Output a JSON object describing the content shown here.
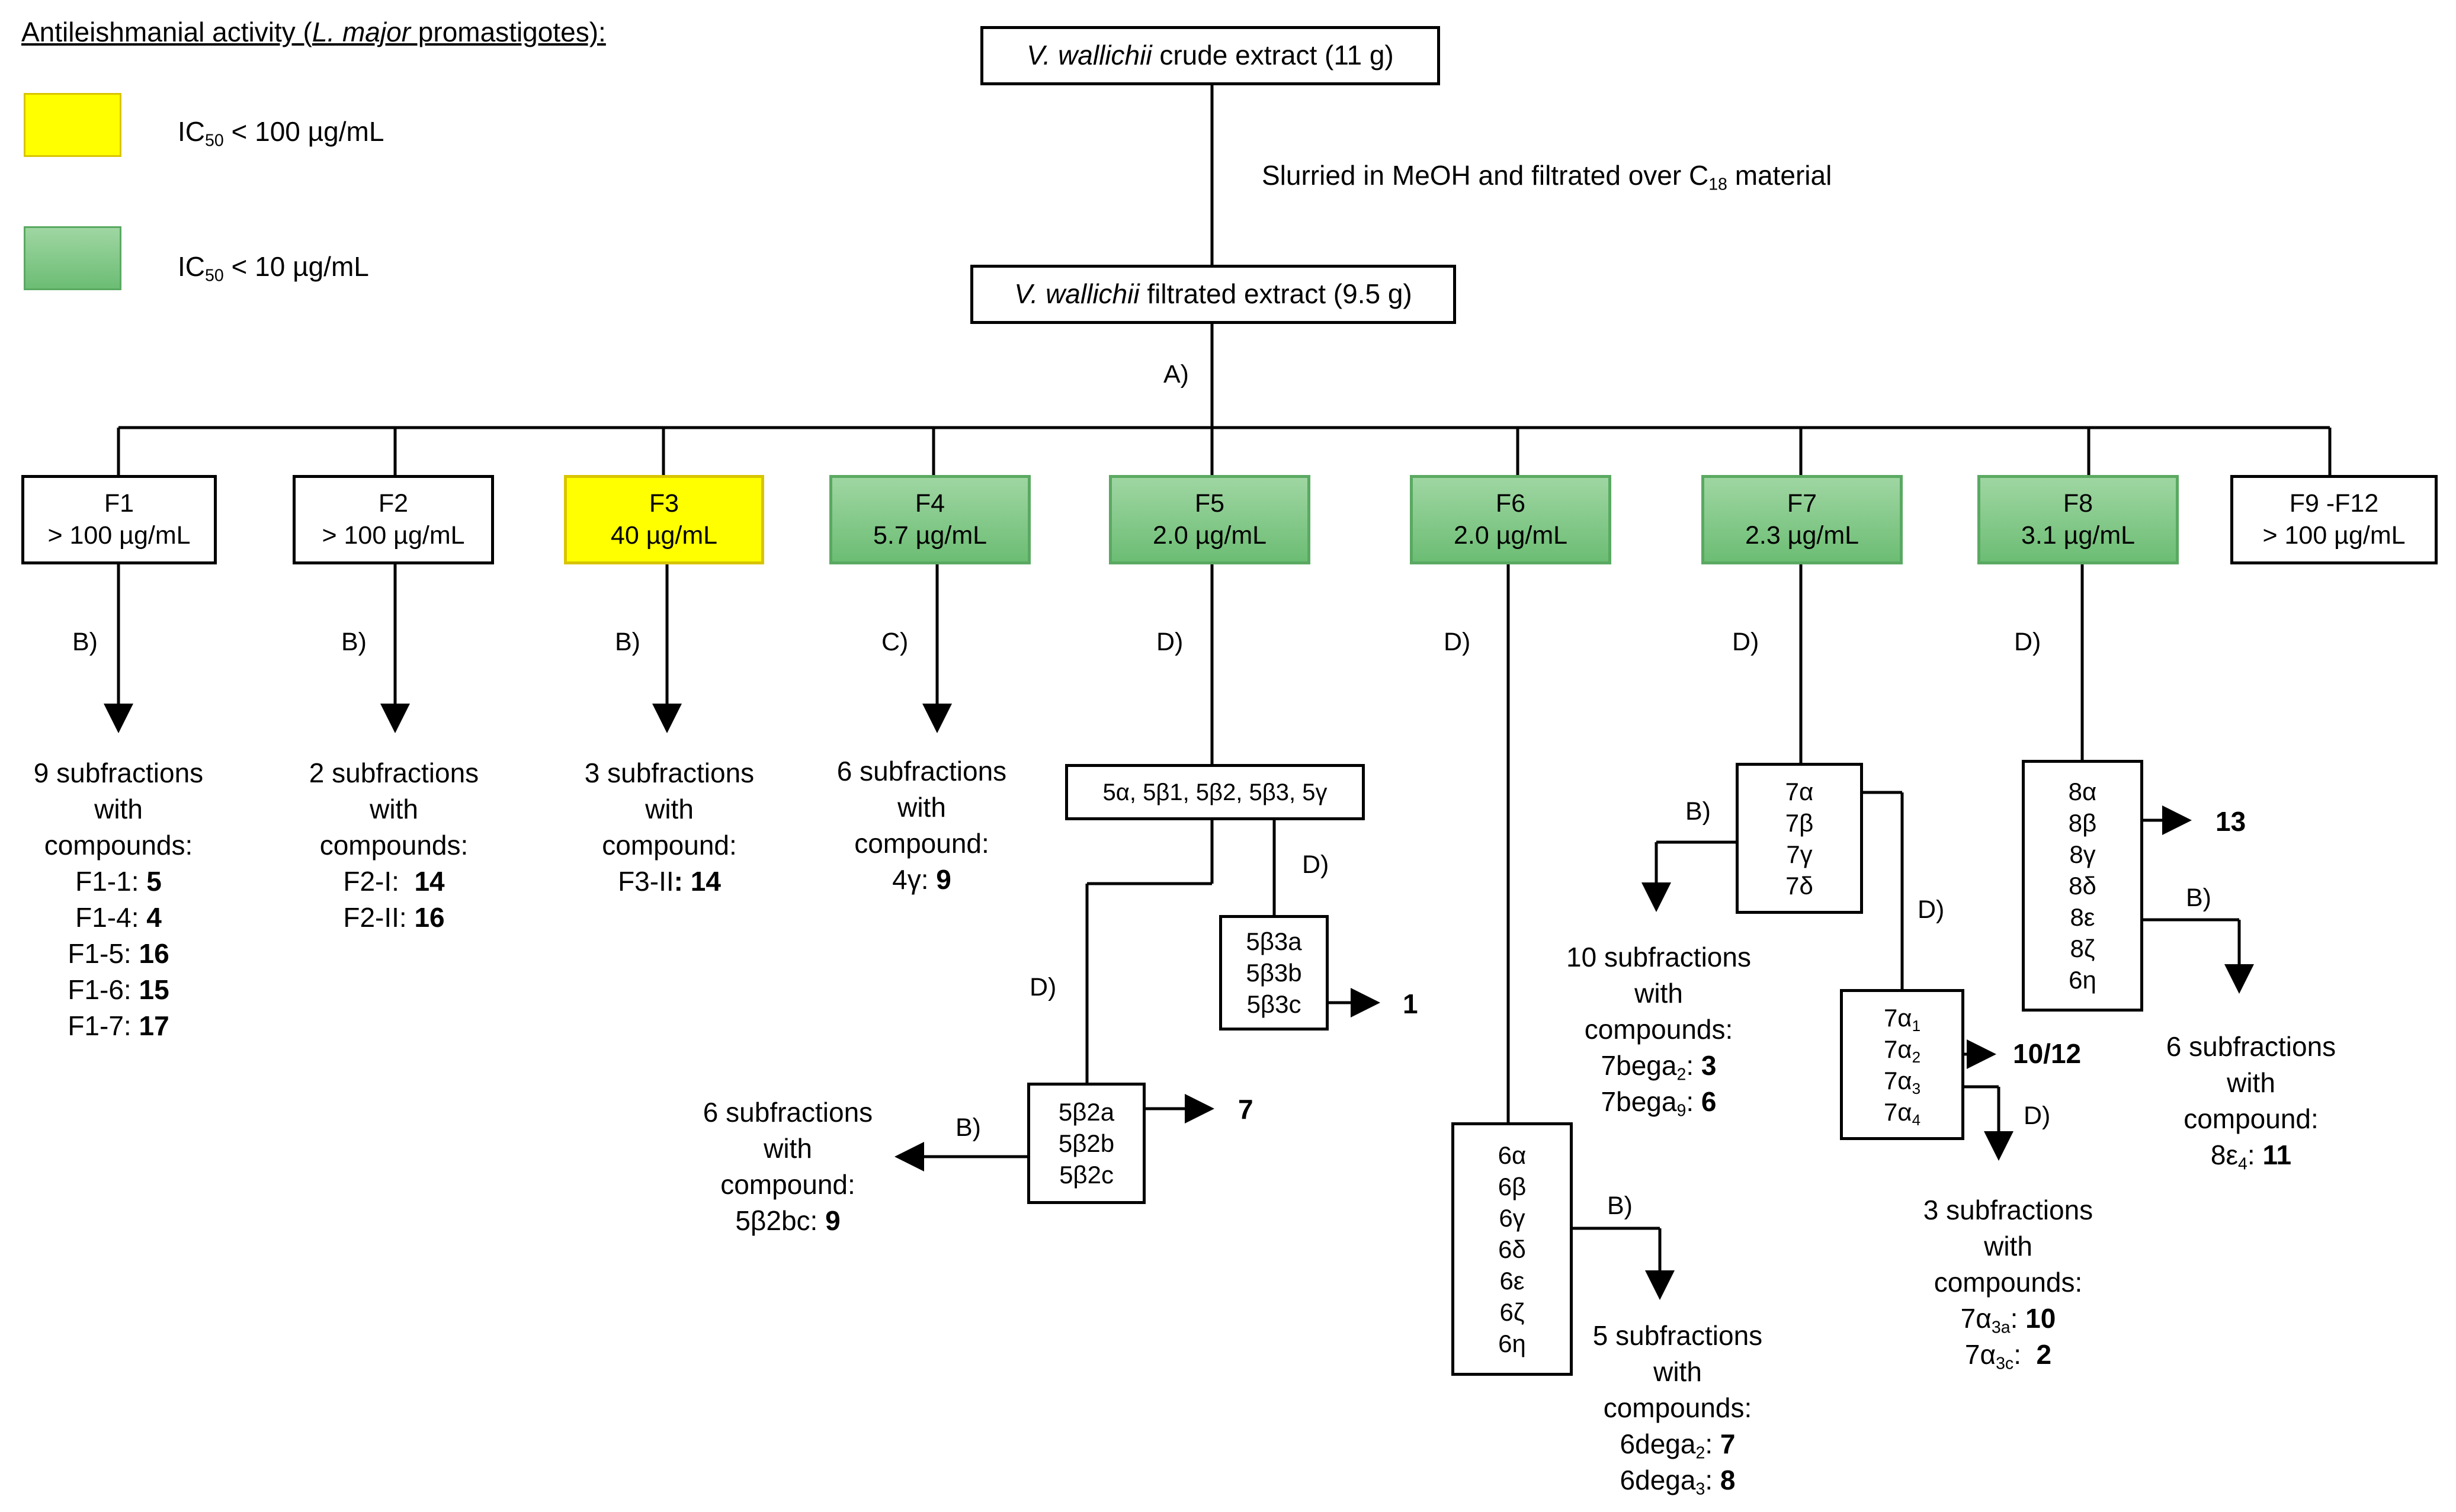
{
  "legend": {
    "title": "Antileishmanial activity (L. major promastigotes):",
    "title_pre": "Antileishmanial activity (",
    "title_species": "L. major",
    "title_post": " promastigotes):",
    "yellow": {
      "color": "#ffff00",
      "pre": "IC",
      "sub": "50",
      "post": " < 100 µg/mL"
    },
    "green": {
      "color": "#7cc483",
      "pre": "IC",
      "sub": "50",
      "post": " < 10 µg/mL"
    }
  },
  "top": {
    "crude_species": "V. wallichii",
    "crude_rest": " crude extract (11 g)",
    "step_pre": "Slurried in MeOH and filtrated over C",
    "step_sub": "18",
    "step_post": " material",
    "filtrated_species": "V. wallichii",
    "filtrated_rest": " filtrated extract (9.5 g)",
    "step_a": "A)"
  },
  "fractions": [
    {
      "name": "F1",
      "activity": "> 100 µg/mL",
      "method": "B)"
    },
    {
      "name": "F2",
      "activity": "> 100 µg/mL",
      "method": "B)"
    },
    {
      "name": "F3",
      "activity": "40 µg/mL",
      "method": "B)"
    },
    {
      "name": "F4",
      "activity": "5.7 µg/mL",
      "method": "C)"
    },
    {
      "name": "F5",
      "activity": "2.0 µg/mL",
      "method": "D)"
    },
    {
      "name": "F6",
      "activity": "2.0 µg/mL",
      "method": "D)"
    },
    {
      "name": "F7",
      "activity": "2.3 µg/mL",
      "method": "D)"
    },
    {
      "name": "F8",
      "activity": "3.1 µg/mL",
      "method": "D)"
    },
    {
      "name": "F9 -F12",
      "activity": "> 100 µg/mL"
    }
  ],
  "f1": {
    "lines": [
      "9 subfractions",
      "with",
      "compounds:"
    ],
    "items": [
      {
        "id": "F1-1: ",
        "num": "5"
      },
      {
        "id": "F1-4: ",
        "num": "4"
      },
      {
        "id": "F1-5: ",
        "num": "16"
      },
      {
        "id": "F1-6: ",
        "num": "15"
      },
      {
        "id": "F1-7: ",
        "num": "17"
      }
    ]
  },
  "f2": {
    "lines": [
      "2 subfractions",
      "with",
      "compounds:"
    ],
    "items": [
      {
        "id": "F2-I:  ",
        "num": "14"
      },
      {
        "id": "F2-II: ",
        "num": "16"
      }
    ]
  },
  "f3": {
    "lines": [
      "3 subfractions",
      "with",
      "compound:"
    ],
    "items": [
      {
        "id": "F3-II",
        "num": ": 14"
      }
    ]
  },
  "f4": {
    "lines": [
      "6 subfractions",
      "with",
      "compound:"
    ],
    "items": [
      {
        "id": "4γ: ",
        "num": "9"
      }
    ]
  },
  "f5": {
    "box": "5α, 5β1, 5β2, 5β3, 5γ",
    "method_b3": "D)",
    "method_b2": "D)",
    "b3_items": [
      "5β3a",
      "5β3b",
      "5β3c"
    ],
    "b3_result": "1",
    "b2_items": [
      "5β2a",
      "5β2b",
      "5β2c"
    ],
    "b2_result": "7",
    "b2_method": "B)",
    "b2_lines": [
      "6 subfractions",
      "with",
      "compound:"
    ],
    "b2_item": {
      "id": "5β2bc: ",
      "num": "9"
    }
  },
  "f6": {
    "items": [
      "6α",
      "6β",
      "6γ",
      "6δ",
      "6ε",
      "6ζ",
      "6η"
    ],
    "method": "B)",
    "lines": [
      "5 subfractions",
      "with",
      "compounds:"
    ],
    "c1": {
      "pre": "6dega",
      "sub": "2",
      "post": ": ",
      "num": "7"
    },
    "c2": {
      "pre": "6dega",
      "sub": "3",
      "post": ": ",
      "num": "8"
    }
  },
  "f7": {
    "items": [
      "7α",
      "7β",
      "7γ",
      "7δ"
    ],
    "method_b": "B)",
    "method_d": "D)",
    "lines": [
      "10 subfractions",
      "with",
      "compounds:"
    ],
    "c1": {
      "pre": "7bega",
      "sub": "2",
      "post": ": ",
      "num": "3"
    },
    "c2": {
      "pre": "7bega",
      "sub": "9",
      "post": ": ",
      "num": "6"
    },
    "alpha_items": [
      {
        "pre": "7α",
        "sub": "1"
      },
      {
        "pre": "7α",
        "sub": "2"
      },
      {
        "pre": "7α",
        "sub": "3"
      },
      {
        "pre": "7α",
        "sub": "4"
      }
    ],
    "alpha_result": "10/12",
    "alpha_method": "D)",
    "alpha_lines": [
      "3 subfractions",
      "with",
      "compounds:"
    ],
    "a1": {
      "pre": "7α",
      "sub": "3a",
      "post": ": ",
      "num": "10"
    },
    "a2": {
      "pre": "7α",
      "sub": "3c",
      "post": ":  ",
      "num": "2"
    }
  },
  "f8": {
    "items": [
      "8α",
      "8β",
      "8γ",
      "8δ",
      "8ε",
      "8ζ",
      "6η"
    ],
    "result": "13",
    "method": "B)",
    "lines": [
      "6 subfractions",
      "with",
      "compound:"
    ],
    "c1": {
      "pre": "8ε",
      "sub": "4",
      "post": ": ",
      "num": "11"
    }
  }
}
